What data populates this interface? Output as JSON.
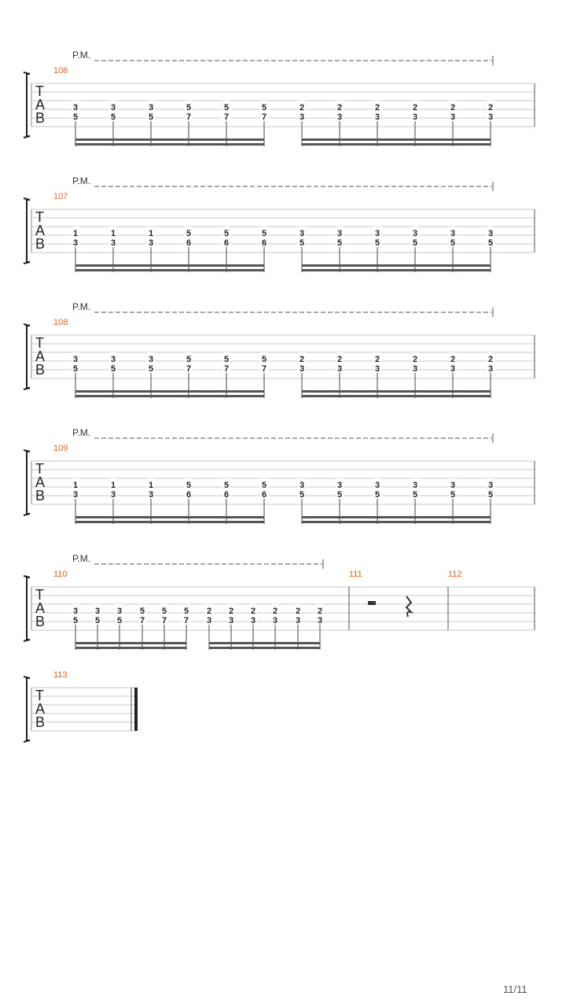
{
  "pm_label": "P.M.",
  "tab_clef": [
    "T",
    "A",
    "B"
  ],
  "page_number": "11/11",
  "systems": [
    {
      "pm": true,
      "measures": [
        {
          "number": "106",
          "beats": [
            {
              "frets": [
                "3",
                "5"
              ]
            },
            {
              "frets": [
                "3",
                "5"
              ]
            },
            {
              "frets": [
                "3",
                "5"
              ]
            },
            {
              "frets": [
                "5",
                "7"
              ]
            },
            {
              "frets": [
                "5",
                "7"
              ]
            },
            {
              "frets": [
                "5",
                "7"
              ]
            },
            {
              "frets": [
                "2",
                "3"
              ]
            },
            {
              "frets": [
                "2",
                "3"
              ]
            },
            {
              "frets": [
                "2",
                "3"
              ]
            },
            {
              "frets": [
                "2",
                "3"
              ]
            },
            {
              "frets": [
                "2",
                "3"
              ]
            },
            {
              "frets": [
                "2",
                "3"
              ]
            }
          ]
        }
      ]
    },
    {
      "pm": true,
      "measures": [
        {
          "number": "107",
          "beats": [
            {
              "frets": [
                "1",
                "3"
              ]
            },
            {
              "frets": [
                "1",
                "3"
              ]
            },
            {
              "frets": [
                "1",
                "3"
              ]
            },
            {
              "frets": [
                "5",
                "6"
              ]
            },
            {
              "frets": [
                "5",
                "6"
              ]
            },
            {
              "frets": [
                "5",
                "6"
              ]
            },
            {
              "frets": [
                "3",
                "5"
              ]
            },
            {
              "frets": [
                "3",
                "5"
              ]
            },
            {
              "frets": [
                "3",
                "5"
              ]
            },
            {
              "frets": [
                "3",
                "5"
              ]
            },
            {
              "frets": [
                "3",
                "5"
              ]
            },
            {
              "frets": [
                "3",
                "5"
              ]
            }
          ]
        }
      ]
    },
    {
      "pm": true,
      "measures": [
        {
          "number": "108",
          "beats": [
            {
              "frets": [
                "3",
                "5"
              ]
            },
            {
              "frets": [
                "3",
                "5"
              ]
            },
            {
              "frets": [
                "3",
                "5"
              ]
            },
            {
              "frets": [
                "5",
                "7"
              ]
            },
            {
              "frets": [
                "5",
                "7"
              ]
            },
            {
              "frets": [
                "5",
                "7"
              ]
            },
            {
              "frets": [
                "2",
                "3"
              ]
            },
            {
              "frets": [
                "2",
                "3"
              ]
            },
            {
              "frets": [
                "2",
                "3"
              ]
            },
            {
              "frets": [
                "2",
                "3"
              ]
            },
            {
              "frets": [
                "2",
                "3"
              ]
            },
            {
              "frets": [
                "2",
                "3"
              ]
            }
          ]
        }
      ]
    },
    {
      "pm": true,
      "measures": [
        {
          "number": "109",
          "beats": [
            {
              "frets": [
                "1",
                "3"
              ]
            },
            {
              "frets": [
                "1",
                "3"
              ]
            },
            {
              "frets": [
                "1",
                "3"
              ]
            },
            {
              "frets": [
                "5",
                "6"
              ]
            },
            {
              "frets": [
                "5",
                "6"
              ]
            },
            {
              "frets": [
                "5",
                "6"
              ]
            },
            {
              "frets": [
                "3",
                "5"
              ]
            },
            {
              "frets": [
                "3",
                "5"
              ]
            },
            {
              "frets": [
                "3",
                "5"
              ]
            },
            {
              "frets": [
                "3",
                "5"
              ]
            },
            {
              "frets": [
                "3",
                "5"
              ]
            },
            {
              "frets": [
                "3",
                "5"
              ]
            }
          ]
        }
      ]
    },
    {
      "pm": true,
      "measures": [
        {
          "number": "110",
          "beats": [
            {
              "frets": [
                "3",
                "5"
              ]
            },
            {
              "frets": [
                "3",
                "5"
              ]
            },
            {
              "frets": [
                "3",
                "5"
              ]
            },
            {
              "frets": [
                "5",
                "7"
              ]
            },
            {
              "frets": [
                "5",
                "7"
              ]
            },
            {
              "frets": [
                "5",
                "7"
              ]
            },
            {
              "frets": [
                "2",
                "3"
              ]
            },
            {
              "frets": [
                "2",
                "3"
              ]
            },
            {
              "frets": [
                "2",
                "3"
              ]
            },
            {
              "frets": [
                "2",
                "3"
              ]
            },
            {
              "frets": [
                "2",
                "3"
              ]
            },
            {
              "frets": [
                "2",
                "3"
              ]
            }
          ]
        },
        {
          "number": "111",
          "rests": [
            "half-rest",
            "quarter-rest"
          ]
        },
        {
          "number": "112",
          "beats": []
        }
      ]
    },
    {
      "pm": false,
      "measures": [
        {
          "number": "113",
          "beats": [],
          "final": true
        }
      ]
    }
  ]
}
